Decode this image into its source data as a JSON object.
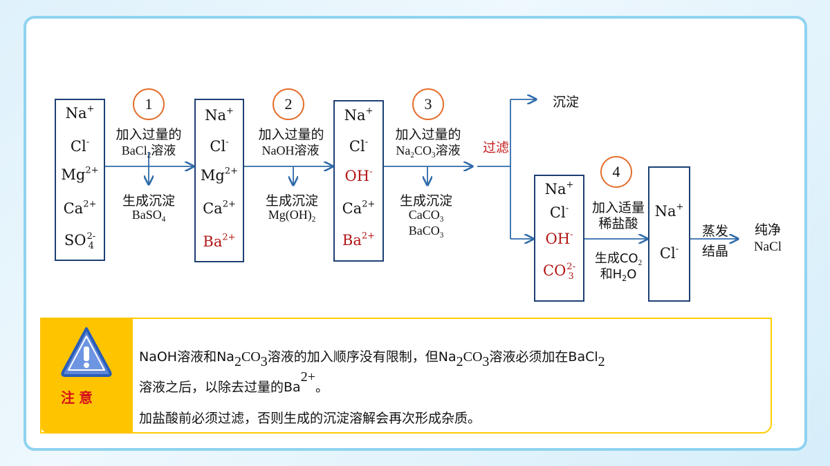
{
  "step_numbers": [
    "1",
    "2",
    "3",
    "4"
  ],
  "boxes": {
    "box1": {
      "na": "Na",
      "cl": "Cl",
      "mg": "Mg",
      "mg_charge": "2+",
      "ca": "Ca",
      "ca_charge": "2+",
      "so": "SO",
      "so_sub": "4",
      "so_charge": "2-"
    },
    "box2": {
      "na": "Na",
      "cl": "Cl",
      "mg": "Mg",
      "mg_charge": "2+",
      "ca": "Ca",
      "ca_charge": "2+",
      "ba": "Ba",
      "ba_charge": "2+"
    },
    "box3": {
      "na": "Na",
      "cl": "Cl",
      "oh": "OH",
      "ca": "Ca",
      "ca_charge": "2+",
      "ba": "Ba",
      "ba_charge": "2+"
    },
    "box4": {
      "na": "Na",
      "cl": "Cl",
      "oh": "OH",
      "co": "CO",
      "co_sub": "3",
      "co_charge": "2-"
    },
    "box5": {
      "na": "Na",
      "cl": "Cl"
    },
    "plus": "+",
    "minus": "-"
  },
  "steps": {
    "s1": {
      "reagent_prefix": "加入过量的",
      "reagent_a": "BaCl",
      "reagent_sub": "2",
      "reagent_b": "溶液",
      "result": "生成沉淀",
      "product_a": "BaSO",
      "product_sub": "4"
    },
    "s2": {
      "reagent_prefix": "加入过量的",
      "reagent": "NaOH溶液",
      "result": "生成沉淀",
      "product_a": "Mg(OH)",
      "product_sub": "2"
    },
    "s3": {
      "reagent_prefix": "加入过量的",
      "reagent_a": "Na",
      "reagent_sub1": "2",
      "reagent_b": "CO",
      "reagent_sub2": "3",
      "reagent_c": "溶液",
      "result": "生成沉淀",
      "product1_a": "CaCO",
      "product1_sub": "3",
      "product2_a": "BaCO",
      "product2_sub": "3"
    },
    "filter": "过滤",
    "precipitate": "沉淀",
    "s4": {
      "reagent_line1": "加入适量",
      "reagent_line2": "稀盐酸",
      "result_a": "生成CO",
      "result_sub1": "2",
      "result_b": "和H",
      "result_sub2": "2",
      "result_c": "O"
    },
    "evaporate_line1": "蒸发",
    "evaporate_line2": "结晶",
    "final_line1": "纯净",
    "final_line2": "NaCl"
  },
  "note": {
    "tag": "注意",
    "line1_a": "NaOH溶液和Na",
    "line1_sub1": "2",
    "line1_b": "CO",
    "line1_sub2": "3",
    "line1_c": "溶液的加入顺序没有限制，但Na",
    "line1_sub3": "2",
    "line1_d": "CO",
    "line1_sub4": "3",
    "line1_e": "溶液必须加在BaCl",
    "line1_sub5": "2",
    "line2_a": "溶液之后，以除去过量的Ba",
    "line2_sup": "2+",
    "line2_b": "。",
    "line3": "加盐酸前必须过滤，否则生成的沉淀溶解会再次形成杂质。"
  },
  "colors": {
    "box_border": "#1c3f73",
    "arrow": "#2e6aa8",
    "circle": "#e36e2c",
    "highlight": "#b31414",
    "note_yellow": "#ffc400",
    "frame": "#8fd3f0"
  }
}
